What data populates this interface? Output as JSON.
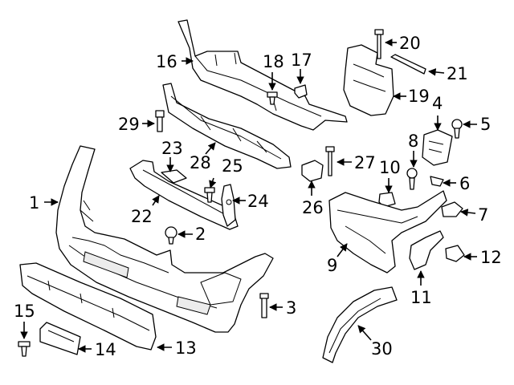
{
  "diagram": {
    "colors": {
      "line": "#000000",
      "background": "#ffffff"
    },
    "callouts": {
      "c1": "1",
      "c2": "2",
      "c3": "3",
      "c4": "4",
      "c5": "5",
      "c6": "6",
      "c7": "7",
      "c8": "8",
      "c9": "9",
      "c10": "10",
      "c11": "11",
      "c12": "12",
      "c13": "13",
      "c14": "14",
      "c15": "15",
      "c16": "16",
      "c17": "17",
      "c18": "18",
      "c19": "19",
      "c20": "20",
      "c21": "21",
      "c22": "22",
      "c23": "23",
      "c24": "24",
      "c25": "25",
      "c26": "26",
      "c27": "27",
      "c28": "28",
      "c29": "29",
      "c30": "30"
    }
  }
}
